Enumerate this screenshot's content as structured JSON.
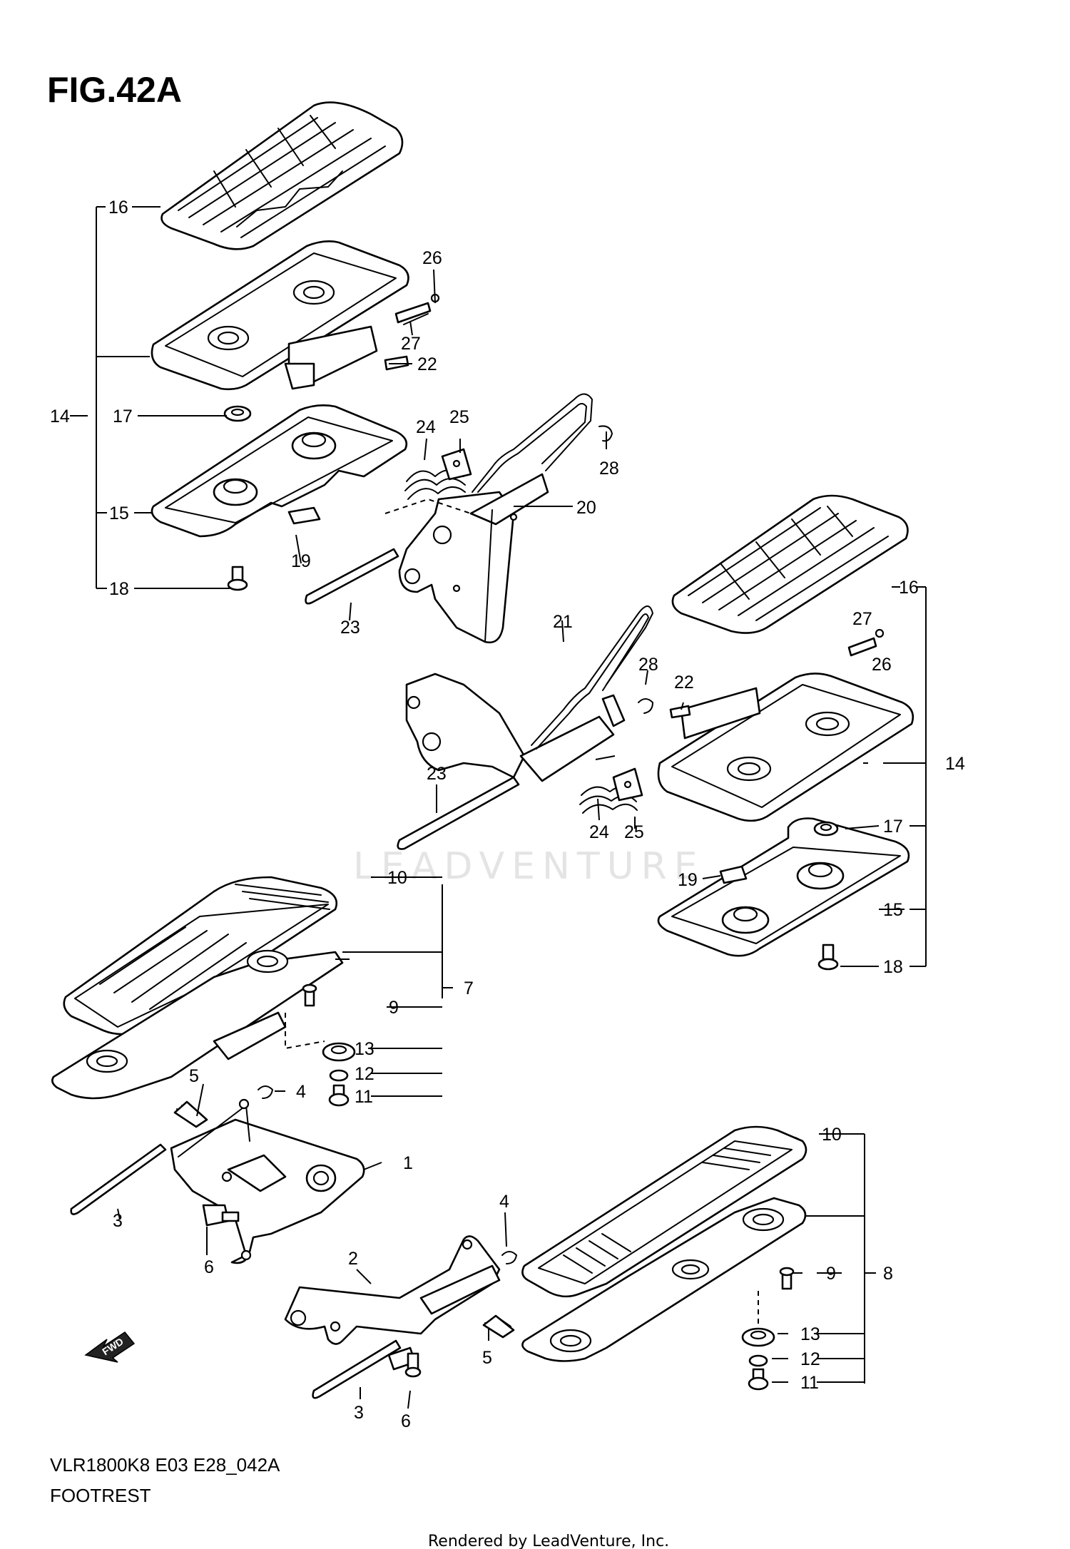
{
  "figure": {
    "title": "FIG.42A"
  },
  "footer": {
    "model_code": "VLR1800K8 E03 E28_042A",
    "caption": "FOOTREST",
    "rendered_by": "Rendered by LeadVenture, Inc."
  },
  "watermark": {
    "text": "LEADVENTURE"
  },
  "fwd_arrow": {
    "label": "FWD"
  },
  "callouts": {
    "c16a": "16",
    "c26a": "26",
    "c27a": "27",
    "c22a": "22",
    "c14a": "14",
    "c17a": "17",
    "c24a": "24",
    "c25a": "25",
    "c28a": "28",
    "c20": "20",
    "c15a": "15",
    "c19a": "19",
    "c18a": "18",
    "c23a": "23",
    "c16b": "16",
    "c21": "21",
    "c27b": "27",
    "c26b": "26",
    "c28b": "28",
    "c22b": "22",
    "c14b": "14",
    "c23b": "23",
    "c24b": "24",
    "c25b": "25",
    "c17b": "17",
    "c19b": "19",
    "c15b": "15",
    "c18b": "18",
    "c10a": "10",
    "c7": "7",
    "c9a": "9",
    "c13a": "13",
    "c12a": "12",
    "c11a": "11",
    "c5a": "5",
    "c4a": "4",
    "c1": "1",
    "c3a": "3",
    "c6a": "6",
    "c10b": "10",
    "c4b": "4",
    "c2": "2",
    "c9b": "9",
    "c8": "8",
    "c13b": "13",
    "c12b": "12",
    "c11b": "11",
    "c5b": "5",
    "c3b": "3",
    "c6b": "6"
  }
}
